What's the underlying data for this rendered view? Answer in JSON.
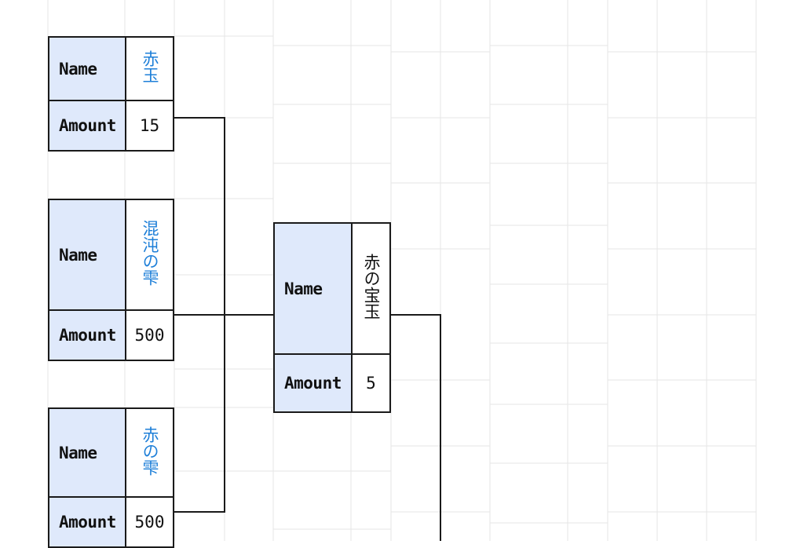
{
  "labels": {
    "name": "Name",
    "amount": "Amount"
  },
  "nodes": [
    {
      "name": "赤玉",
      "amount": "15",
      "name_color": "#1e7fd8"
    },
    {
      "name": "混沌の雫",
      "amount": "500",
      "name_color": "#1e7fd8"
    },
    {
      "name": "赤の雫",
      "amount": "500",
      "name_color": "#1e7fd8"
    },
    {
      "name": "赤の宝玉",
      "amount": "5",
      "name_color": "#111111"
    }
  ],
  "colors": {
    "key_bg": "#dfe9fb",
    "line": "#1a1a1a",
    "grid": "#e6e6e6"
  }
}
